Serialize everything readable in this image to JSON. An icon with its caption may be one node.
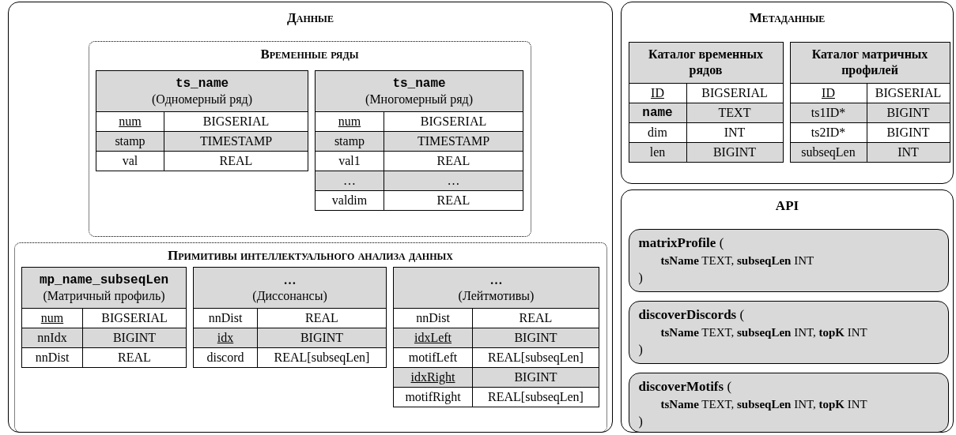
{
  "diagram": {
    "nodes": [
      {
        "text": [
          "Данные"
        ]
      },
      {
        "text": [
          "Временные ряды"
        ],
        "in": 0
      },
      {
        "text": [
          "ts_name",
          "(Одномерный ряд)",
          "num",
          "BIGSERIAL",
          "stamp",
          "TIMESTAMP",
          "val",
          "REAL"
        ],
        "in": 1
      },
      {
        "text": [
          "ts_name",
          "(Многомерный ряд)",
          "num",
          "BIGSERIAL",
          "stamp",
          "TIMESTAMP",
          "val1",
          "REAL",
          "…",
          "…",
          "valdim",
          "REAL"
        ],
        "in": 1
      },
      {
        "text": [
          "Примитивы интеллектуального анализа данных"
        ],
        "in": 0
      },
      {
        "text": [
          "mp_name_subseqLen",
          "(Матричный профиль)",
          "num",
          "BIGSERIAL",
          "nnIdx",
          "BIGINT",
          "nnDist",
          "REAL"
        ],
        "in": 4
      },
      {
        "text": [
          "…",
          "(Диссонансы)",
          "nnDist",
          "REAL",
          "idx",
          "BIGINT",
          "discord",
          "REAL[subseqLen]"
        ],
        "in": 4
      },
      {
        "text": [
          "…",
          "(Лейтмотивы)",
          "nnDist",
          "REAL",
          "idxLeft",
          "BIGINT",
          "motifLeft",
          "REAL[subseqLen]",
          "idxRight",
          "BIGINT",
          "motifRight",
          "REAL[subseqLen]"
        ],
        "in": 4
      },
      {
        "text": [
          "Метаданные"
        ]
      },
      {
        "text": [
          "Каталог временных рядов",
          "ID",
          "BIGSERIAL",
          "name",
          "TEXT",
          "dim",
          "INT",
          "len",
          "BIGINT"
        ],
        "in": 8
      },
      {
        "text": [
          "Каталог матричных профилей",
          "ID",
          "BIGSERIAL",
          "ts1ID*",
          "BIGINT",
          "ts2ID*",
          "BIGINT",
          "subseqLen",
          "INT"
        ],
        "in": 8
      },
      {
        "text": [
          "API"
        ]
      },
      {
        "text": [
          "**matrixProfile** (",
          "**tsName** TEXT, **subseqLen** INT",
          ")"
        ],
        "in": 11
      },
      {
        "text": [
          "**discoverDiscords** (",
          "**tsName** TEXT, **subseqLen** INT, **topK** INT",
          ")"
        ],
        "in": 11
      },
      {
        "text": [
          "**discoverMotifs** (",
          "**tsName** TEXT, **subseqLen** INT, **topK** INT",
          ")"
        ],
        "in": 11
      }
    ]
  }
}
